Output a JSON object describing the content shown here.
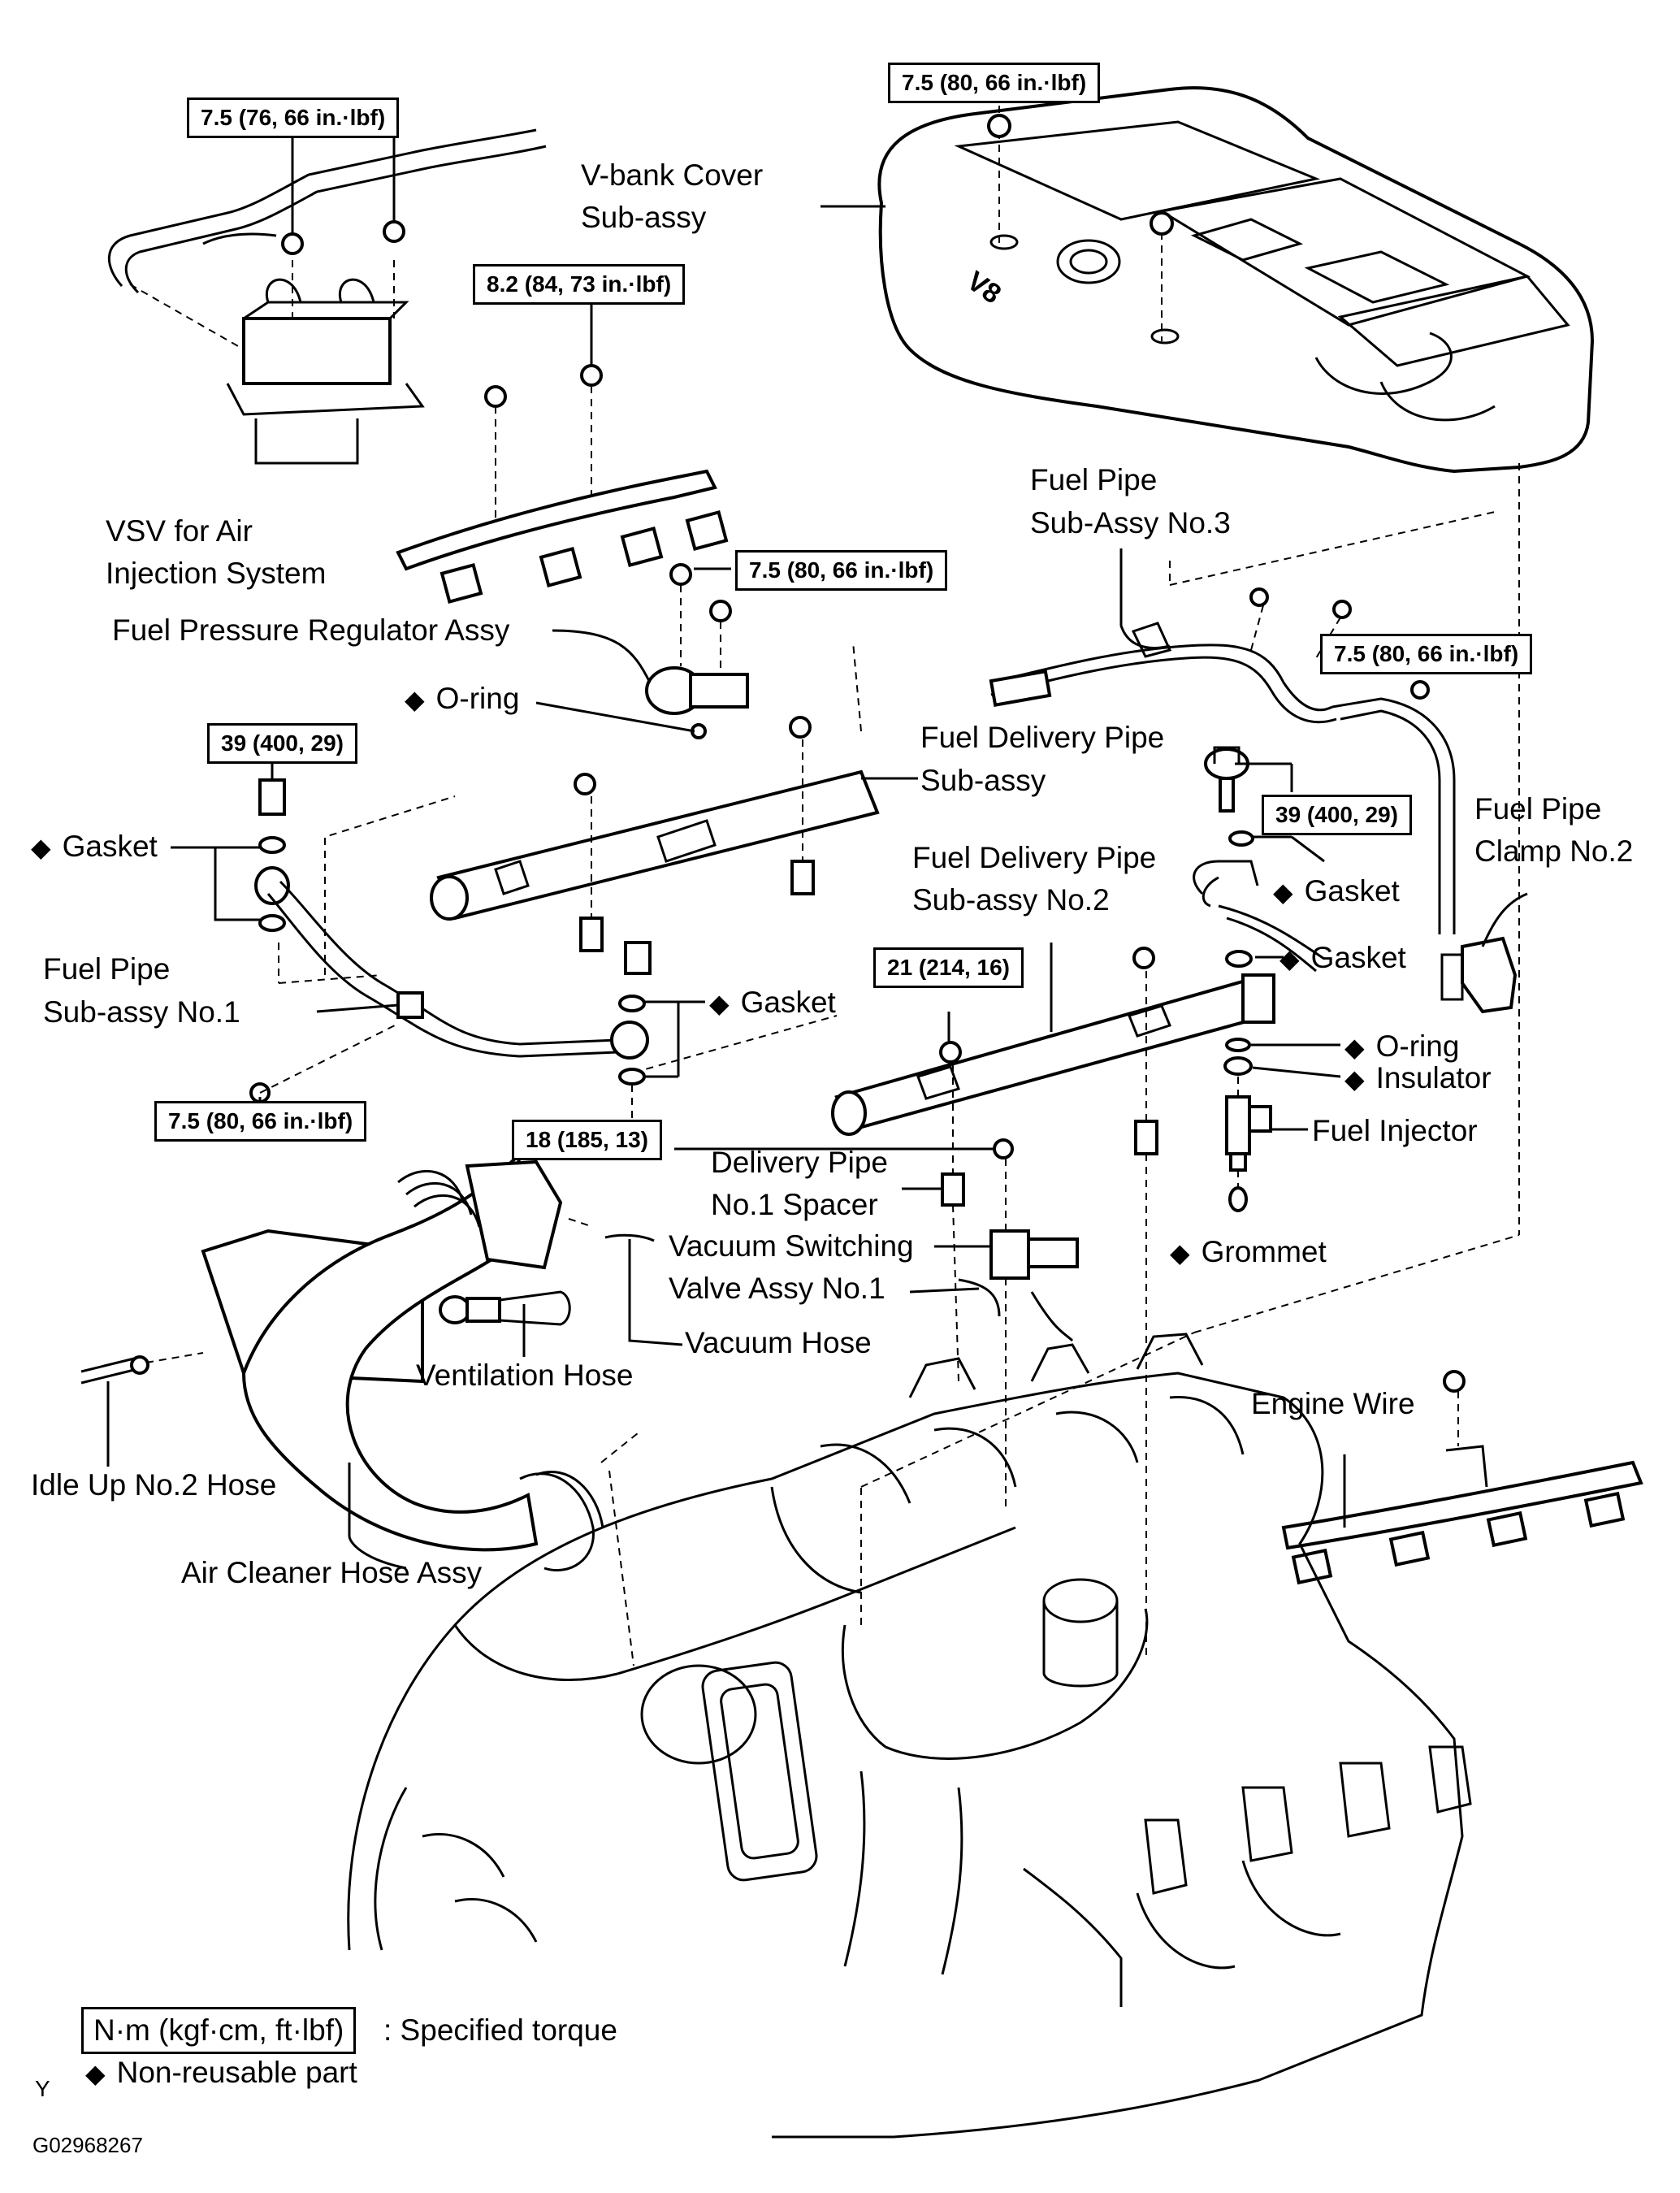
{
  "torque_boxes": {
    "vsv_bolts": "7.5 (76, 66 in.·lbf)",
    "vbank_nut": "7.5 (80, 66 in.·lbf)",
    "wire_bolt": "8.2 (84, 73 in.·lbf)",
    "regulator_bolt": "7.5 (80, 66 in.·lbf)",
    "pipe3_bolt": "7.5 (80, 66 in.·lbf)",
    "union_bolt_left": "39 (400, 29)",
    "union_bolt_right": "39 (400, 29)",
    "pipe1_bolt": "7.5 (80, 66 in.·lbf)",
    "delivery_pipe2_nut": "21 (214, 16)",
    "vsv_valve_bolt": "18 (185, 13)"
  },
  "labels": {
    "vbank_cover_1": "V-bank Cover",
    "vbank_cover_2": "Sub-assy",
    "vsv_air_1": "VSV for Air",
    "vsv_air_2": "Injection System",
    "fuel_pipe3_1": "Fuel Pipe",
    "fuel_pipe3_2": "Sub-Assy  No.3",
    "fuel_pressure_regulator": "Fuel Pressure Regulator Assy",
    "oring_top": "O-ring",
    "fuel_delivery_pipe_1": "Fuel Delivery Pipe",
    "fuel_delivery_pipe_2": "Sub-assy",
    "gasket_left": "Gasket",
    "fuel_pipe_clamp_1": "Fuel Pipe",
    "fuel_pipe_clamp_2": "Clamp No.2",
    "fuel_delivery_pipe2_1": "Fuel Delivery Pipe",
    "fuel_delivery_pipe2_2": "Sub-assy  No.2",
    "gasket_right_1": "Gasket",
    "gasket_right_2": "Gasket",
    "fuel_pipe1_1": "Fuel Pipe",
    "fuel_pipe1_2": "Sub-assy  No.1",
    "gasket_middle": "Gasket",
    "oring_right": "O-ring",
    "insulator": "Insulator",
    "fuel_injector": "Fuel Injector",
    "delivery_spacer_1": "Delivery Pipe",
    "delivery_spacer_2": "No.1 Spacer",
    "vsv_valve_1": "Vacuum Switching",
    "vsv_valve_2": "Valve Assy No.1",
    "grommet": "Grommet",
    "vacuum_hose": "Vacuum Hose",
    "ventilation_hose": "Ventilation Hose",
    "engine_wire": "Engine Wire",
    "idle_up_hose": "Idle Up No.2 Hose",
    "air_cleaner_hose": "Air Cleaner Hose Assy"
  },
  "legend": {
    "torque_unit": "N·m (kgf·cm, ft·lbf)",
    "torque_text": ": Specified torque",
    "nonreusable_text": "Non-reusable part",
    "diamond": "◆"
  },
  "footer": {
    "corner_letter": "Y",
    "figure_code": "G02968267"
  },
  "cover_badge": "V8"
}
